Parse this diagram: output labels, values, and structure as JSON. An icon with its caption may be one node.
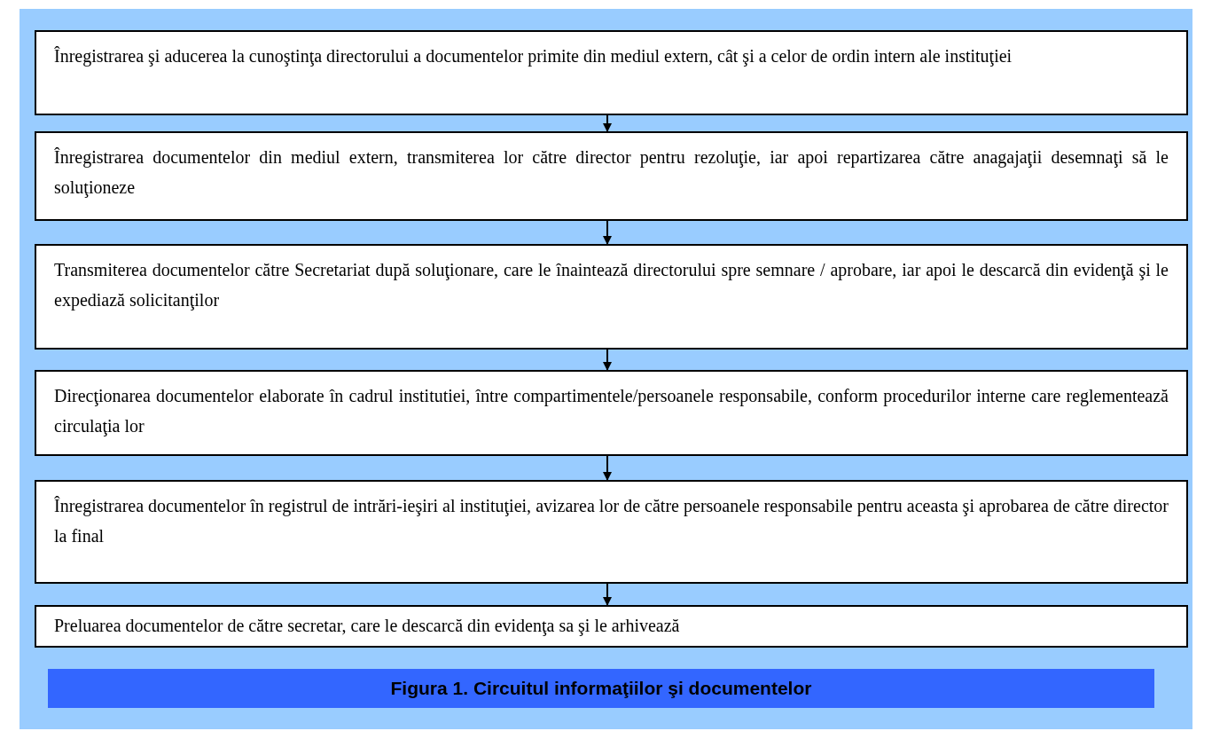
{
  "diagram": {
    "caption": "Figura 1. Circuitul informaţiilor şi documentelor",
    "nodes": [
      {
        "text": [
          "Înregistrarea şi aducerea la cunoştinţa directorului a documentelor primite din mediul extern, cât şi a celor de ordin intern ale instituţiei"
        ]
      },
      {
        "text": [
          "Înregistrarea documentelor din mediul extern, transmiterea lor către director pentru rezoluţie, iar apoi repartizarea către anagajaţii desemnaţi să le soluţioneze"
        ]
      },
      {
        "text": [
          "Transmiterea documentelor către Secretariat după soluţionare, care le înaintează directorului spre semnare / aprobare, iar apoi le descarcă din evidenţă şi le expediază solicitanţilor"
        ]
      },
      {
        "text": [
          "Direcţionarea documentelor elaborate în cadrul institutiei, între compartimentele/persoanele responsabile, conform procedurilor interne care reglementează circulaţia lor"
        ]
      },
      {
        "text": [
          "Înregistrarea documentelor în registrul de intrări-ieşiri al instituţiei, avizarea lor de către persoanele responsabile pentru aceasta şi aprobarea de către director la final"
        ]
      },
      {
        "text": [
          "Preluarea documentelor de către secretar, care le descarcă din evidenţa sa şi le arhivează"
        ]
      }
    ],
    "edges": [
      {
        "from": 0,
        "to": 1,
        "arrow": "to"
      },
      {
        "from": 1,
        "to": 2,
        "arrow": "to"
      },
      {
        "from": 2,
        "to": 3,
        "arrow": "to"
      },
      {
        "from": 3,
        "to": 4,
        "arrow": "to"
      },
      {
        "from": 4,
        "to": 5,
        "arrow": "to"
      }
    ]
  }
}
